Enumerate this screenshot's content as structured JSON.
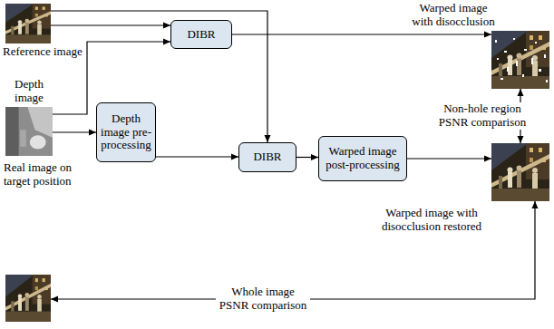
{
  "diagram": {
    "nodes": [
      {
        "text": [
          "Reference image"
        ]
      },
      {
        "text": [
          "Depth image"
        ]
      },
      {
        "text": [
          "Depth image pre-processing"
        ]
      },
      {
        "text": [
          "DIBR"
        ]
      },
      {
        "text": [
          "DIBR"
        ]
      },
      {
        "text": [
          "Warped image post-processing"
        ]
      },
      {
        "text": [
          "Warped image with disocclusion"
        ]
      },
      {
        "text": [
          "Warped image with disocclusion restored"
        ]
      },
      {
        "text": [
          "Real image on target position"
        ]
      }
    ],
    "edges": [
      {
        "from": 0,
        "to": 3,
        "arrow": "to"
      },
      {
        "from": 1,
        "to": 3,
        "arrow": "to"
      },
      {
        "from": 1,
        "to": 2,
        "arrow": "to"
      },
      {
        "from": 0,
        "to": 4,
        "arrow": "to"
      },
      {
        "from": 2,
        "to": 4,
        "arrow": "to"
      },
      {
        "from": 3,
        "to": 6,
        "arrow": "to"
      },
      {
        "from": 4,
        "to": 5,
        "arrow": "to"
      },
      {
        "from": 5,
        "to": 7,
        "arrow": "to"
      },
      {
        "from": 6,
        "to": 7,
        "arrow": "both",
        "label": "Non-hole region PSNR comparison"
      },
      {
        "from": 7,
        "to": 8,
        "arrow": "both",
        "label": "Whole image PSNR comparison"
      }
    ]
  }
}
